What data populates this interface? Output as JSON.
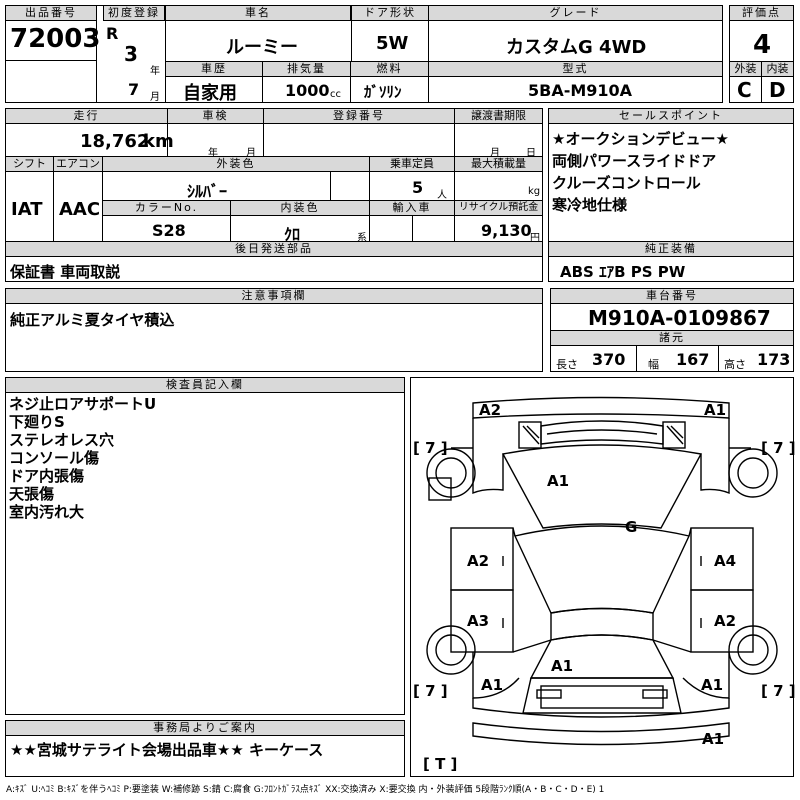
{
  "labels": {
    "lot": "出品番号",
    "first_reg": "初度登録",
    "car_name": "車名",
    "door": "ドア形状",
    "grade": "グレード",
    "score": "評価点",
    "history": "車歴",
    "displacement": "排気量",
    "fuel": "燃料",
    "model_code": "型式",
    "exterior": "外装",
    "interior": "内装",
    "mileage": "走行",
    "inspection": "車検",
    "reg_number": "登録番号",
    "transfer_doc": "譲渡書期限",
    "sales_points": "セールスポイント",
    "shift": "シフト",
    "aircon": "エアコン",
    "ext_color": "外装色",
    "capacity": "乗車定員",
    "max_load": "最大積載量",
    "color_no": "カラーNo.",
    "int_color": "内装色",
    "import": "輸入車",
    "recycle": "リサイクル預託金",
    "later_parts": "後日発送部品",
    "genuine": "純正装備",
    "notes": "注意事項欄",
    "chassis": "車台番号",
    "specs": "諸元",
    "inspector": "検査員記入欄",
    "office": "事務局よりご案内"
  },
  "units": {
    "year": "年",
    "month": "月",
    "cc": "cc",
    "km": "km",
    "persons": "人",
    "kg": "kg",
    "yen": "円",
    "series": "系"
  },
  "vehicle": {
    "lot_no": "72003",
    "era": "R",
    "reg_year": "3",
    "reg_month": "7",
    "car_name": "ルーミー",
    "door": "5W",
    "grade": "カスタムG 4WD",
    "score": "4",
    "history": "自家用",
    "displacement": "1000",
    "fuel": "ｶﾞｿﾘﾝ",
    "model_code": "5BA-M910A",
    "ext_grade": "C",
    "int_grade": "D",
    "mileage": "18,762",
    "shift": "IAT",
    "aircon": "AAC",
    "ext_color": "ｼﾙﾊﾞｰ",
    "capacity": "5",
    "color_no": "S28",
    "int_color": "ｸﾛ",
    "recycle": "9,130",
    "chassis": "M910A-0109867"
  },
  "sales_points": [
    "★オークションデビュー★",
    "両側パワースライドドア",
    "クルーズコントロール",
    "寒冷地仕様"
  ],
  "later_parts": "保証書 車両取説",
  "genuine_equipment": "ABS ｴｱB PS PW",
  "notes": "純正アルミ夏タイヤ積込",
  "specs": {
    "length_label": "長さ",
    "length": "370",
    "width_label": "幅",
    "width": "167",
    "height_label": "高さ",
    "height": "173"
  },
  "inspector_notes": [
    "ネジ止ロアサポートU",
    "下廻りS",
    "ステレオレス穴",
    "コンソール傷",
    "ドア内張傷",
    "天張傷",
    "室内汚れ大"
  ],
  "office_message": "★★宮城サテライト会場出品車★★ キーケース",
  "diagram": {
    "marks": {
      "front_left": "A2",
      "front_right": "A1",
      "tire_fl": "7",
      "tire_fr": "7",
      "tire_rl": "7",
      "tire_rr": "7",
      "spare": "T",
      "hood": "A1",
      "roof": "G",
      "door_fl": "A2",
      "door_fr": "A4",
      "door_rl": "A3",
      "door_rr": "A2",
      "rear_hatch": "A1",
      "rear_left": "A1",
      "rear_right": "A1",
      "rear_bumper": "A1"
    }
  },
  "legend": "A:ｷｽﾞ U:ﾍｺﾐ B:ｷｽﾞを伴うﾍｺﾐ P:要塗装 W:補修跡 S:錆 C:腐食 G:ﾌﾛﾝﾄｶﾞﾗｽ点ｷｽﾞ XX:交換済み X:要交換 内・外装評価 5段階ﾗﾝｸ順(A・B・C・D・E) 1"
}
